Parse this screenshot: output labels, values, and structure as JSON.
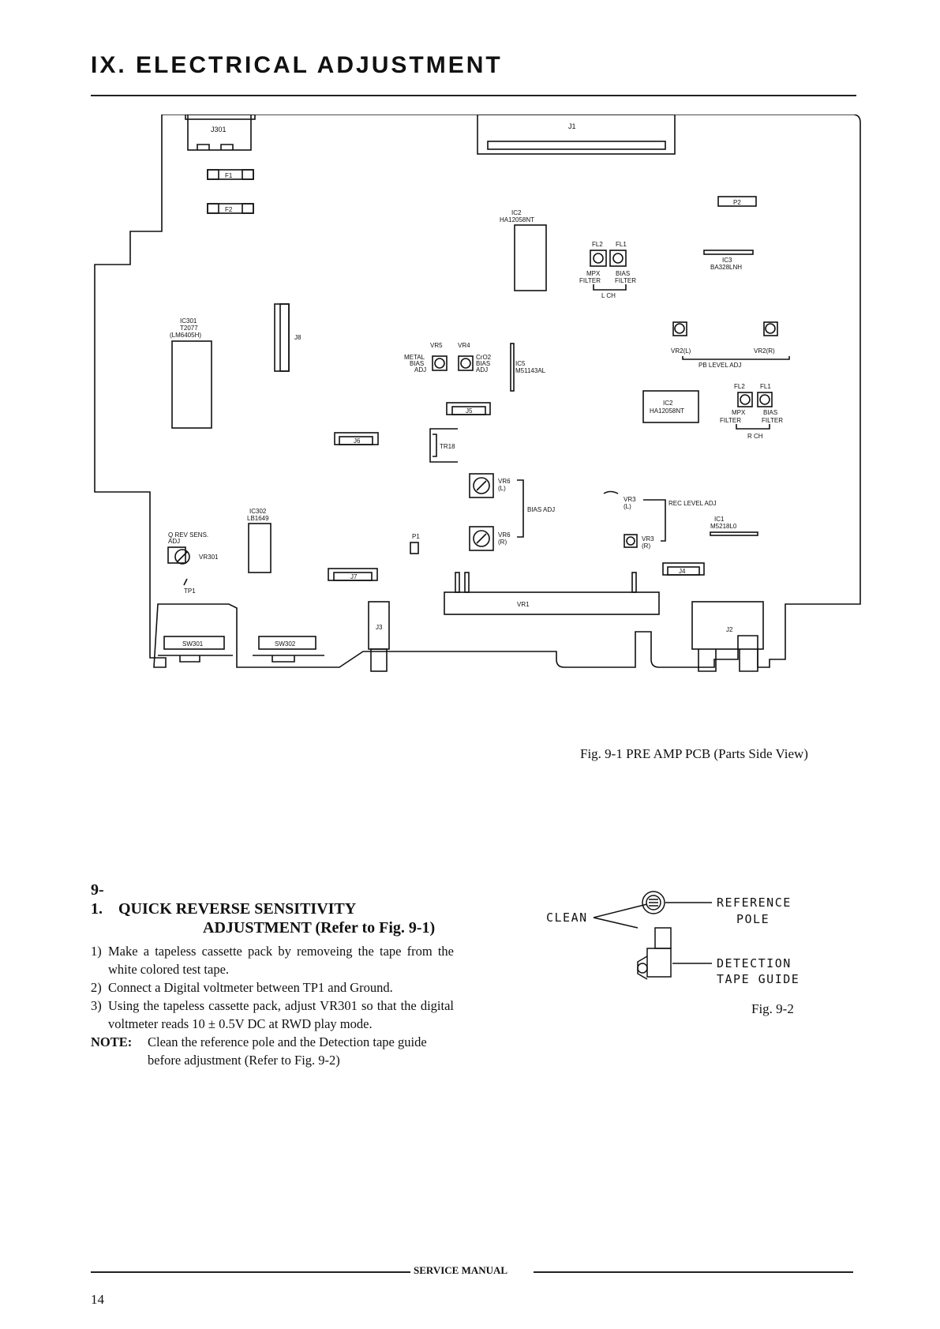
{
  "header": {
    "title": "IX. ELECTRICAL ADJUSTMENT"
  },
  "pcb": {
    "labels": {
      "j301": "J301",
      "j1": "J1",
      "f1": "F1",
      "f2": "F2",
      "p2": "P2",
      "ic2_top": "IC2",
      "ic2_top_part": "HA12058NT",
      "fl2_l": "FL2",
      "fl1_l": "FL1",
      "mpx_l": "MPX",
      "bias_l": "BIAS",
      "filter_mpx_l": "FILTER",
      "filter_bias_l": "FILTER",
      "l_ch": "L CH",
      "ic3": "IC3",
      "ic3_part": "BA328LNH",
      "ic301": "IC301",
      "ic301_part": "T2077",
      "ic301_alt": "(LM6405H)",
      "j8": "J8",
      "vr5": "VR5",
      "vr4": "VR4",
      "metal": "METAL",
      "metal_bias": "BIAS",
      "metal_adj": "ADJ",
      "cro2": "CrO2",
      "cro2_bias": "BIAS",
      "cro2_adj": "ADJ",
      "ic5": "IC5",
      "ic5_part": "M51143AL",
      "vr2l": "VR2(L)",
      "vr2r": "VR2(R)",
      "pb_level_adj": "PB LEVEL ADJ",
      "fl2_r": "FL2",
      "fl1_r": "FL1",
      "ic2_r": "IC2",
      "ic2_r_part": "HA12058NT",
      "mpx_r": "MPX",
      "bias_r": "BIAS",
      "filter_mpx_r": "FILTER",
      "filter_bias_r": "FILTER",
      "r_ch": "R CH",
      "j5": "J5",
      "j6": "J6",
      "tr18": "TR18",
      "vr6_l": "VR6",
      "vr6_l_sub": "(L)",
      "bias_adj": "BIAS ADJ",
      "vr6_r": "VR6",
      "vr6_r_sub": "(R)",
      "vr3_l": "VR3",
      "vr3_l_sub": "(L)",
      "rec_level_adj": "REC LEVEL ADJ",
      "ic1": "IC1",
      "ic1_part": "M5218L0",
      "vr3_r": "VR3",
      "vr3_r_sub": "(R)",
      "ic302": "IC302",
      "ic302_part": "LB1649",
      "q_rev": "Q REV SENS.",
      "q_adj": "ADJ",
      "vr301": "VR301",
      "p1": "P1",
      "tp1": "TP1",
      "j7": "J7",
      "j4": "J4",
      "vr1": "VR1",
      "j3": "J3",
      "j2": "J2",
      "sw301": "SW301",
      "sw302": "SW302"
    }
  },
  "figure1": {
    "caption": "Fig. 9-1  PRE AMP PCB (Parts Side View)"
  },
  "section": {
    "number": "9-1.",
    "heading_line1": "QUICK REVERSE SENSITIVITY",
    "heading_line2": "ADJUSTMENT (Refer to Fig. 9-1)",
    "steps": [
      {
        "n": "1)",
        "text": "Make a tapeless cassette pack by removeing the tape from the white colored test tape."
      },
      {
        "n": "2)",
        "text": "Connect a Digital voltmeter between TP1 and Ground."
      },
      {
        "n": "3)",
        "text": "Using the tapeless cassette pack, adjust VR301 so that the digital voltmeter reads 10 ± 0.5V DC at RWD play mode."
      }
    ],
    "note_label": "NOTE:",
    "note_text": "Clean the reference pole and the Detection tape guide before adjustment (Refer to Fig. 9-2)"
  },
  "figure2": {
    "clean": "CLEAN",
    "reference_line1": "REFERENCE",
    "reference_line2": "POLE",
    "detection_line1": "DETECTION",
    "detection_line2": "TAPE GUIDE",
    "caption": "Fig. 9-2"
  },
  "footer": {
    "label": "SERVICE MANUAL",
    "page_number": "14"
  }
}
